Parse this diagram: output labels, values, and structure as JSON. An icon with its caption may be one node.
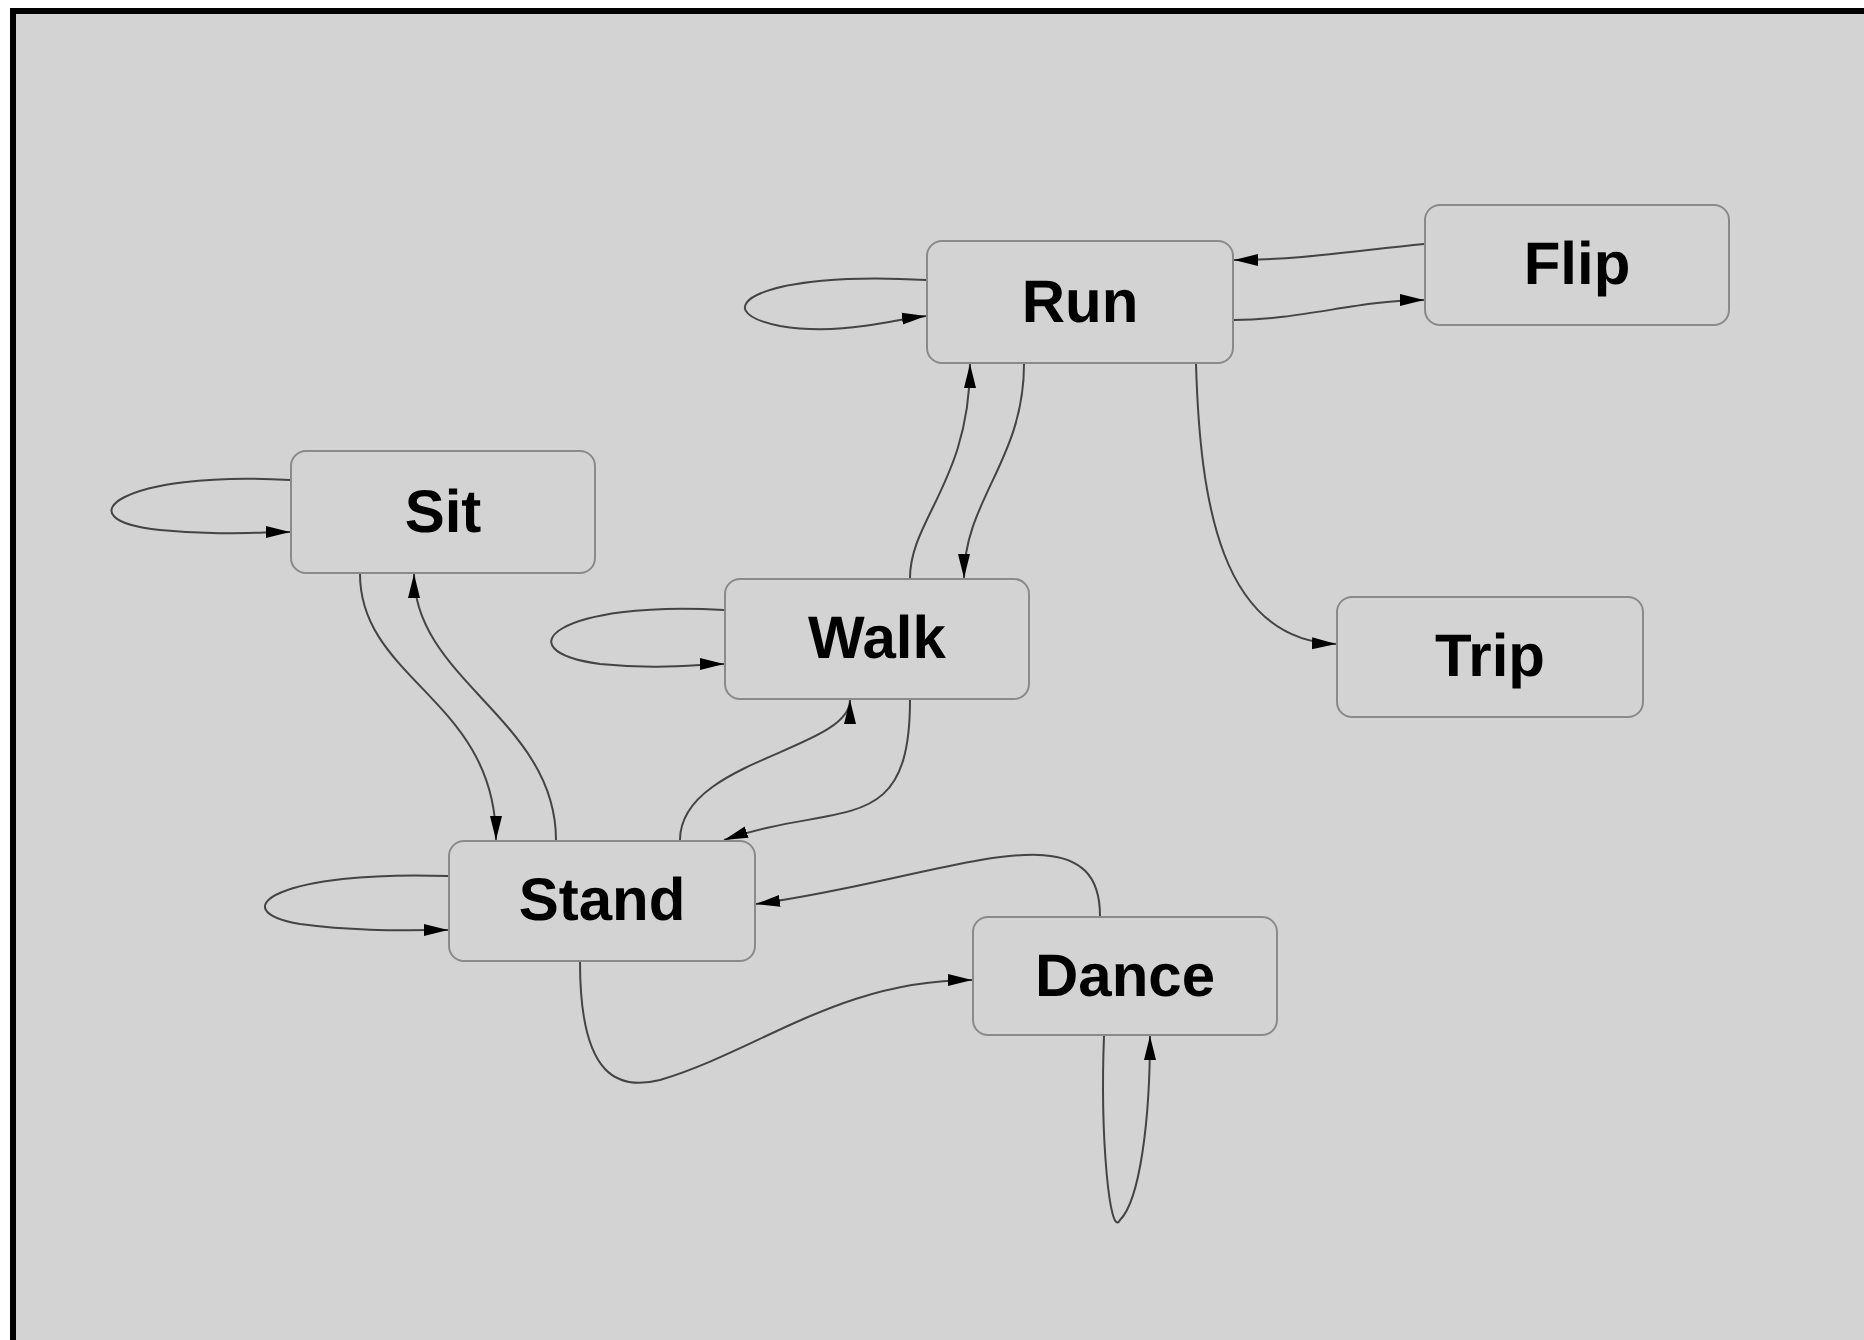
{
  "diagram": {
    "nodes": [
      {
        "text": [
          "Run"
        ]
      },
      {
        "text": [
          "Flip"
        ]
      },
      {
        "text": [
          "Sit"
        ]
      },
      {
        "text": [
          "Walk"
        ]
      },
      {
        "text": [
          "Trip"
        ]
      },
      {
        "text": [
          "Stand"
        ]
      },
      {
        "text": [
          "Dance"
        ]
      }
    ],
    "edges": [
      {
        "from": 0,
        "to": 0,
        "arrow": "to"
      },
      {
        "from": 1,
        "to": 0,
        "arrow": "to"
      },
      {
        "from": 0,
        "to": 1,
        "arrow": "to"
      },
      {
        "from": 0,
        "to": 4,
        "arrow": "to"
      },
      {
        "from": 2,
        "to": 2,
        "arrow": "to"
      },
      {
        "from": 3,
        "to": 0,
        "arrow": "to"
      },
      {
        "from": 0,
        "to": 3,
        "arrow": "to"
      },
      {
        "from": 3,
        "to": 3,
        "arrow": "to"
      },
      {
        "from": 2,
        "to": 5,
        "arrow": "to"
      },
      {
        "from": 5,
        "to": 2,
        "arrow": "to"
      },
      {
        "from": 5,
        "to": 3,
        "arrow": "to"
      },
      {
        "from": 3,
        "to": 5,
        "arrow": "to"
      },
      {
        "from": 5,
        "to": 5,
        "arrow": "to"
      },
      {
        "from": 6,
        "to": 5,
        "arrow": "to"
      },
      {
        "from": 5,
        "to": 6,
        "arrow": "to"
      },
      {
        "from": 6,
        "to": 6,
        "arrow": "to"
      }
    ]
  }
}
